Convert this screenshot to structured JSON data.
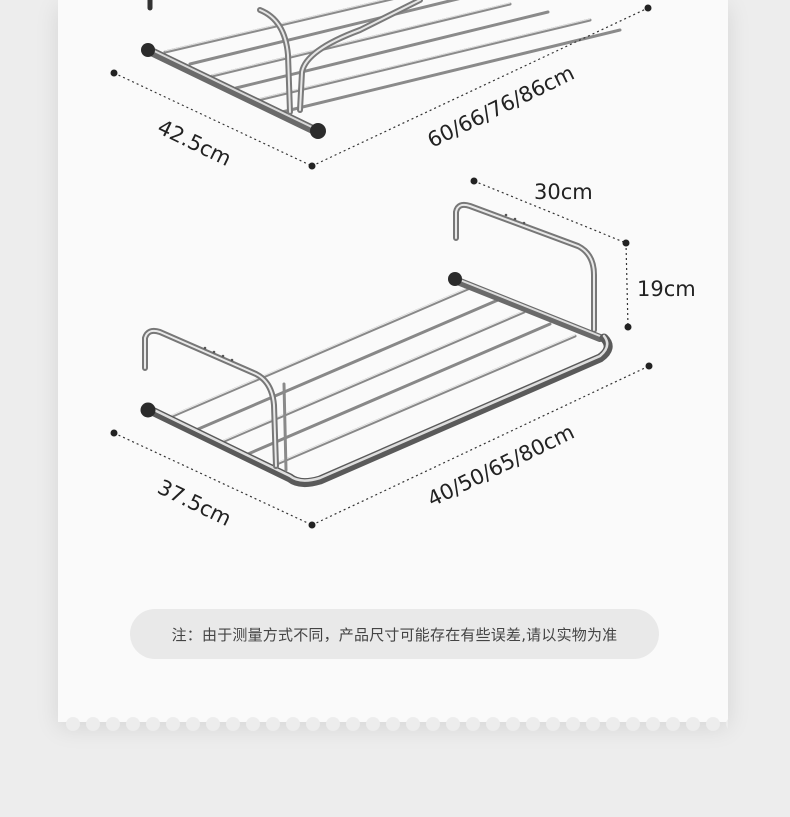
{
  "rack_top": {
    "depth_label": "42.5cm",
    "width_label": "60/66/76/86cm"
  },
  "rack_bottom": {
    "depth_label": "30cm",
    "height_label": "19cm",
    "side_label": "37.5cm",
    "width_label": "40/50/65/80cm"
  },
  "note": "注：由于测量方式不同，产品尺寸可能存在有些误差,请以实物为准",
  "colors": {
    "page_bg": "#ededed",
    "card_bg": "#fafafa",
    "note_bg": "#e9e9e9",
    "text": "#222222"
  }
}
